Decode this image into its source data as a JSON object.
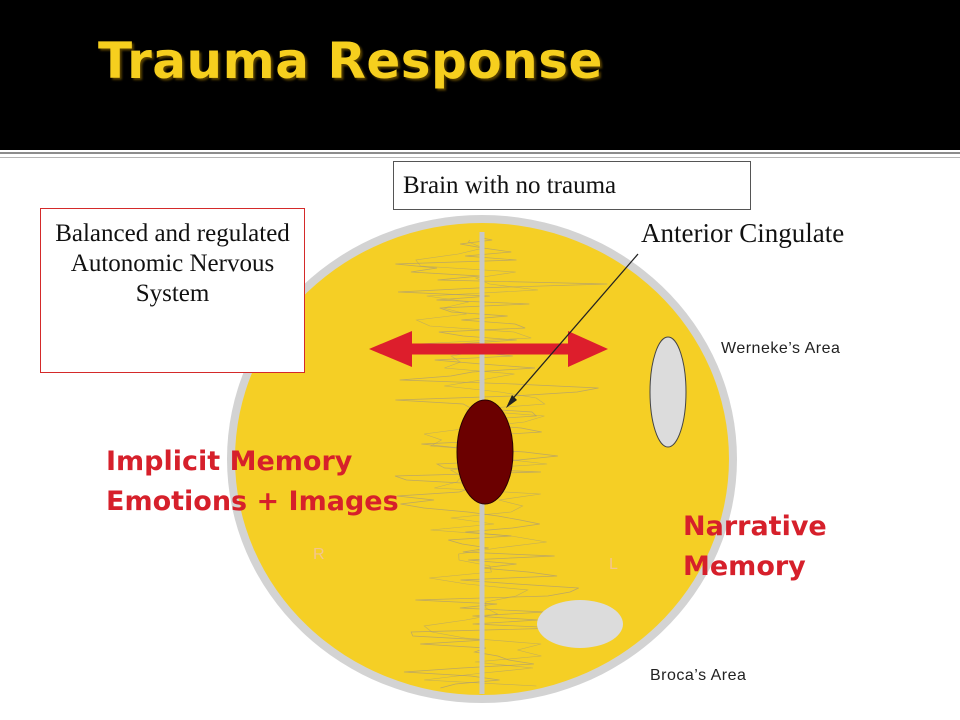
{
  "title": "Trauma Response",
  "boxes": {
    "no_trauma": "Brain with no trauma",
    "autonomic": "Balanced and regulated Autonomic Nervous System"
  },
  "labels": {
    "anterior_cingulate": "Anterior Cingulate",
    "wernekes_area": "Werneke’s Area",
    "brocas_area": "Broca’s Area",
    "implicit_memory_line1": "Implicit Memory",
    "implicit_memory_line2": "Emotions + Images",
    "narrative_memory_line1": "Narrative",
    "narrative_memory_line2": "Memory",
    "right_hemisphere": "R",
    "left_hemisphere": "L"
  },
  "colors": {
    "brain_fill": "#f5cf25",
    "brain_outline": "#d3d3d3",
    "title_color": "#f6cf1e",
    "arrow_color": "#dd1e2c",
    "cingulate_fill": "#6b0000",
    "area_fill": "#dcdcdc",
    "memory_text": "#d6202b"
  }
}
